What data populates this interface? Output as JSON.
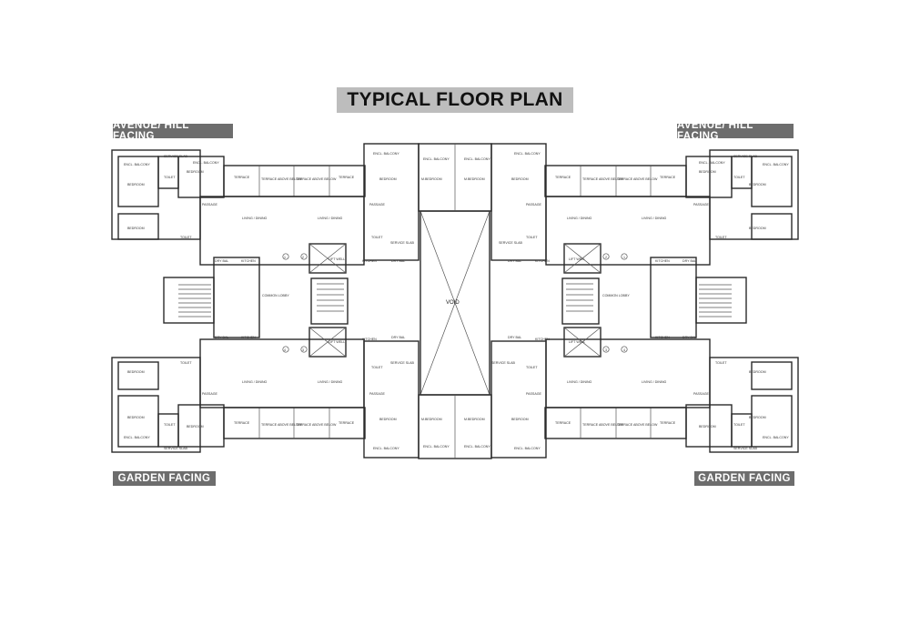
{
  "title": "TYPICAL FLOOR PLAN",
  "facing_labels": {
    "top_left": "AVENUE/ HILL FACING",
    "top_right": "AVENUE/ HILL FACING",
    "bottom_left": "GARDEN FACING",
    "bottom_right": "GARDEN FACING"
  },
  "void_label": "VOID",
  "lobby_label": "COMMON LOBBY",
  "lift_label": "LIFT WELL",
  "room_labels": {
    "bedroom": "BEDROOM",
    "m_bedroom": "M.BEDROOM",
    "toilet": "TOILET",
    "terrace": "TERRACE",
    "terrace_above": "TERRACE ABOVE BELOW",
    "living_dining": "LIVING / DINING",
    "kitchen": "KITCHEN",
    "passage": "PASSAGE",
    "encl_balcony": "ENCL. BALCONY",
    "service_slab": "SERVICE SLAB",
    "dry_bal": "DRY BAL"
  },
  "unit_numbers": {
    "unit_1": "1",
    "unit_2": "2",
    "unit_3": "3",
    "unit_4": "4"
  },
  "colors": {
    "tag_background": "#6d6d6d",
    "title_background": "#bdbdbd",
    "line": "#2a2a2a",
    "flat_number_red": "#c81e1e"
  }
}
